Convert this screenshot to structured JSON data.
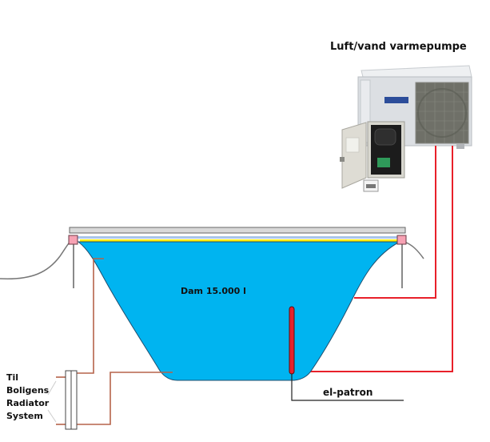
{
  "title": "Luft/vand varmepumpe",
  "pond": {
    "label": "Dam 15.000 l",
    "water_color": "#00b4f0",
    "edge_color": "#1f4e6e"
  },
  "heater": {
    "label": "el-patron",
    "color": "#e8202a"
  },
  "radiator": {
    "label_lines": [
      "Til",
      "Boligens",
      "Radiator",
      "System"
    ]
  },
  "colors": {
    "heatpump_pipes": "#e8202a",
    "radiator_pipes": "#b5634a",
    "cover_bar": "#d9d9d9",
    "liner_yellow": "#ffee00",
    "liner_blue": "#a9c4ea",
    "post_cap": "#f7a2b4",
    "ground": "#777777"
  }
}
